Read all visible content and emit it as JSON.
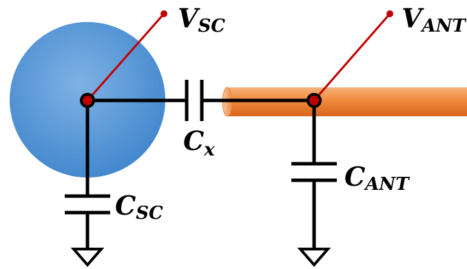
{
  "colors": {
    "sphere": "#5b9bd5",
    "antenna": "#ed7d31",
    "wire": "#000000",
    "probe": "#c00000",
    "node": "#c00000"
  },
  "labels": {
    "v_sc": {
      "main": "V",
      "sub": "SC"
    },
    "v_ant": {
      "main": "V",
      "sub": "ANT"
    },
    "c_x": {
      "main": "C",
      "sub": "x"
    },
    "c_ant": {
      "main": "C",
      "sub": "ANT"
    },
    "c_sc": {
      "main": "C",
      "sub": "SC"
    }
  }
}
